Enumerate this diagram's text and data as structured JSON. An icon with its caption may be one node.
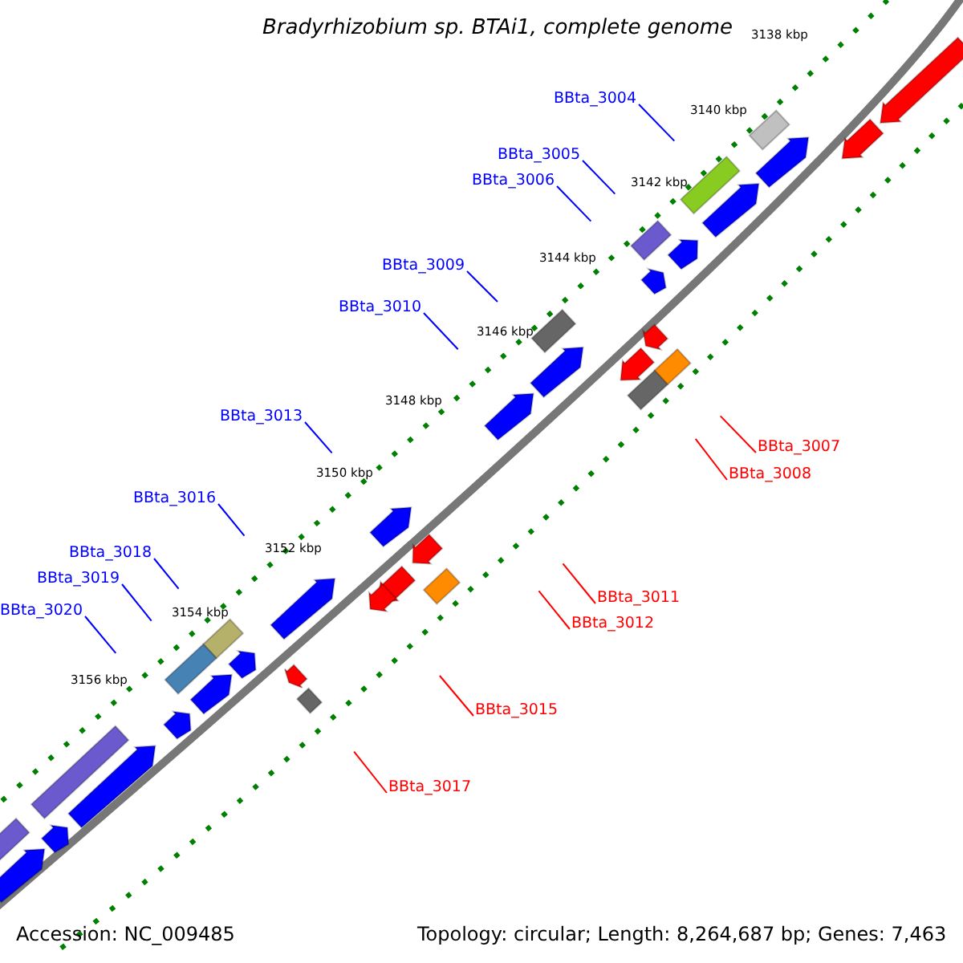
{
  "diagram": {
    "title": "Bradyrhizobium sp. BTAi1, complete genome",
    "nodes": [
      {
        "text": [
          "BBta_3004"
        ]
      },
      {
        "text": [
          "BBta_3005"
        ]
      },
      {
        "text": [
          "BBta_3006"
        ]
      },
      {
        "text": [
          "BBta_3009"
        ]
      },
      {
        "text": [
          "BBta_3010"
        ]
      },
      {
        "text": [
          "BBta_3007"
        ]
      },
      {
        "text": [
          "BBta_3008"
        ]
      },
      {
        "text": [
          "BBta_3013"
        ]
      },
      {
        "text": [
          "BBta_3016"
        ]
      },
      {
        "text": [
          "BBta_3011"
        ]
      },
      {
        "text": [
          "BBta_3018"
        ]
      },
      {
        "text": [
          "BBta_3012"
        ]
      },
      {
        "text": [
          "BBta_3019"
        ]
      },
      {
        "text": [
          "BBta_3020"
        ]
      },
      {
        "text": [
          "BBta_3015"
        ]
      },
      {
        "text": [
          "BBta_3017"
        ]
      }
    ],
    "edges": [
      {
        "from": 0,
        "to": null,
        "arrow": "none"
      },
      {
        "from": 1,
        "to": null,
        "arrow": "none"
      },
      {
        "from": 2,
        "to": null,
        "arrow": "none"
      },
      {
        "from": 3,
        "to": null,
        "arrow": "none"
      },
      {
        "from": 4,
        "to": null,
        "arrow": "none"
      },
      {
        "from": 5,
        "to": null,
        "arrow": "none",
        "color": "#ff0000"
      },
      {
        "from": 6,
        "to": null,
        "arrow": "none",
        "color": "#ff0000"
      },
      {
        "from": 7,
        "to": null,
        "arrow": "none"
      },
      {
        "from": 8,
        "to": null,
        "arrow": "none"
      },
      {
        "from": 9,
        "to": null,
        "arrow": "none",
        "color": "#ff0000"
      },
      {
        "from": 10,
        "to": null,
        "arrow": "none"
      },
      {
        "from": 11,
        "to": null,
        "arrow": "none",
        "color": "#ff0000"
      },
      {
        "from": 12,
        "to": null,
        "arrow": "none"
      },
      {
        "from": 13,
        "to": null,
        "arrow": "none"
      },
      {
        "from": 14,
        "to": null,
        "arrow": "none",
        "color": "#ff0000"
      },
      {
        "from": 15,
        "to": null,
        "arrow": "none",
        "color": "#ff0000"
      }
    ],
    "labels": [
      "3138 kbp",
      "3140 kbp",
      "3142 kbp",
      "3144 kbp",
      "3146 kbp",
      "3148 kbp",
      "3150 kbp",
      "3152 kbp",
      "3154 kbp",
      "3156 kbp",
      "Accession: NC_009485",
      "Topology: circular; Length: 8,264,687 bp; Genes: 7,463"
    ]
  }
}
